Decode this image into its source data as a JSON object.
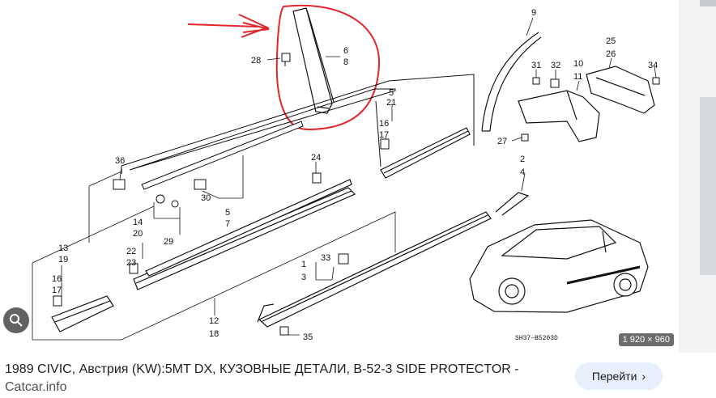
{
  "image": {
    "dimensions_badge": "1 920 × 960",
    "diagram_code": "SH37–B5203D",
    "labels": {
      "l9": "9",
      "l25": "25",
      "l26": "26",
      "l34": "34",
      "l31": "31",
      "l32": "32",
      "l10": "10",
      "l11": "11",
      "l27": "27",
      "l2": "2",
      "l4": "4",
      "l28": "28",
      "l6": "6",
      "l8": "8",
      "l5a": "5",
      "l21": "21",
      "l16a": "16",
      "l17a": "17",
      "l36": "36",
      "l24": "24",
      "l30": "30",
      "l5b": "5",
      "l7": "7",
      "l29": "29",
      "l14": "14",
      "l20": "20",
      "l22": "22",
      "l23": "23",
      "l13": "13",
      "l19": "19",
      "l16b": "16",
      "l17b": "17",
      "l1": "1",
      "l3": "3",
      "l33": "33",
      "l12": "12",
      "l18": "18",
      "l35": "35"
    },
    "highlight_color": "#e3262c"
  },
  "result": {
    "title": "1989 CIVIC, Австрия (KW):5MT DX, КУЗОВНЫЕ ДЕТАЛИ, B-52-3 SIDE PROTECTOR -",
    "source": "Catcar.info",
    "visit_label": "Перейти",
    "visit_icon": "chevron-right-icon"
  }
}
